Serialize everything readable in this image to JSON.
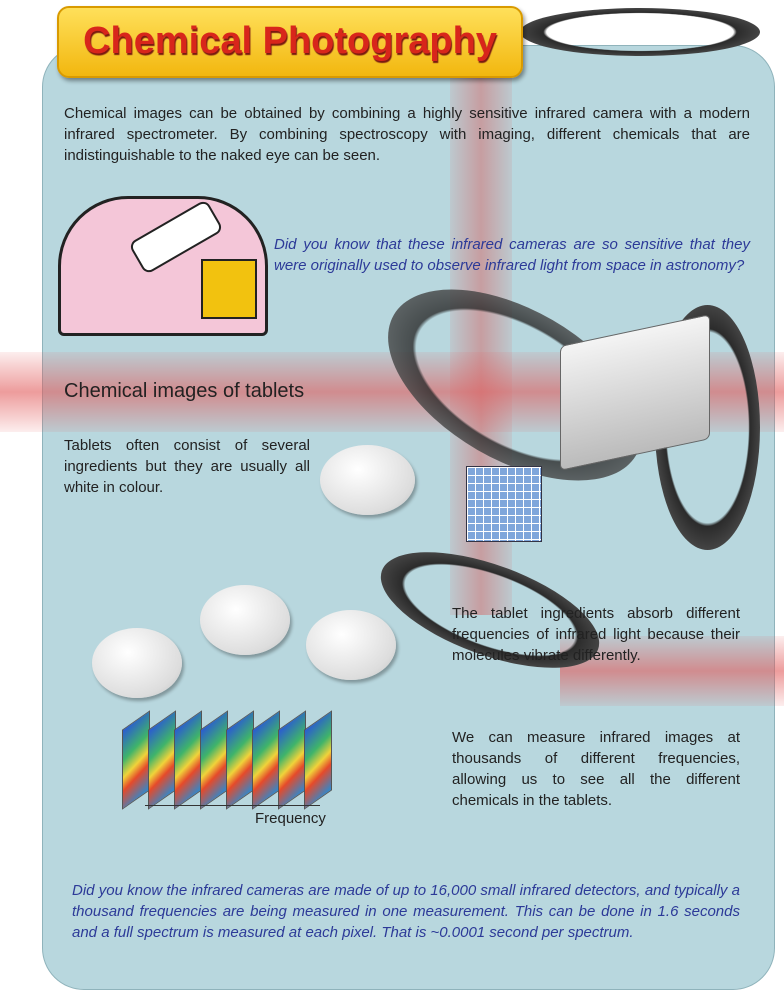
{
  "title": "Chemical Photography",
  "intro": "Chemical images can be obtained by combining a highly sensitive infrared camera with a modern infrared spectrometer. By combining spectroscopy with imaging, different chemicals that are indistinguishable to the naked eye can be seen.",
  "fact_astronomy": "Did you know that these infrared cameras are so sensitive that they were originally used to observe infrared light from space in astronomy?",
  "section_heading": "Chemical images of tablets",
  "tablets_text": "Tablets often consist of several ingredients but they are usually all white in colour.",
  "absorb_text": "The tablet ingredients absorb different frequencies of infrared light because their molecules vibrate differently.",
  "measure_text": "We can measure infrared images at thousands of different frequencies, allowing us to see all the different chemicals in the tablets.",
  "axis_label": "Frequency",
  "fact_detectors": "Did you know the infrared cameras are made of up to 16,000 small infrared detectors, and typically a thousand frequencies are being measured in one measurement. This can be done in 1.6 seconds and a full spectrum is measured at each pixel. That is ~0.0001 second per spectrum.",
  "colors": {
    "panel": "#b8d7de",
    "title_text": "#d8261b",
    "badge": "#f7c21a",
    "fact_text": "#2c3a98"
  }
}
